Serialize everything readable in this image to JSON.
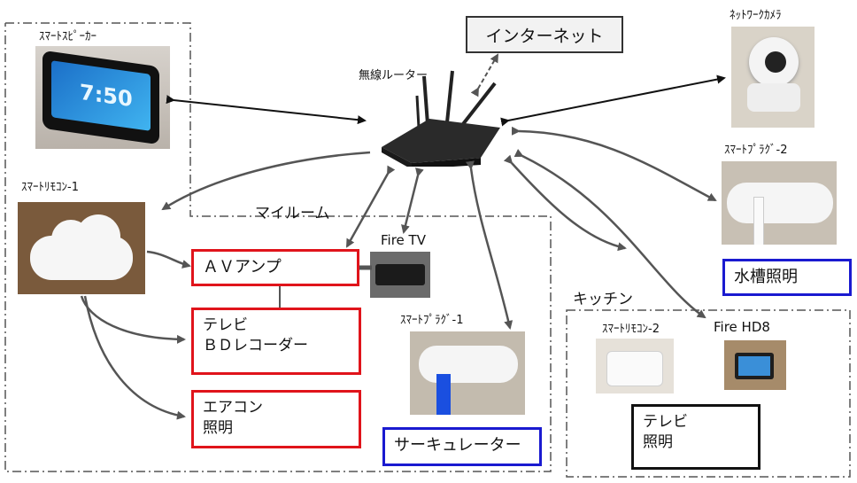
{
  "title": "",
  "areas": {
    "my_room": "マイルーム",
    "kitchen": "キッチン"
  },
  "nodes": {
    "internet": "インターネット",
    "router": "無線ルーター",
    "smart_speaker": "ｽﾏｰﾄｽﾋﾟｰｶｰ",
    "network_camera": "ﾈｯﾄﾜｰｸｶﾒﾗ",
    "smart_remote_1": "ｽﾏｰﾄﾘﾓｺﾝ-1",
    "smart_plug_2": "ｽﾏｰﾄﾌﾟﾗｸﾞ-2",
    "fire_tv": "Fire TV",
    "smart_plug_1": "ｽﾏｰﾄﾌﾟﾗｸﾞ-1",
    "smart_remote_2": "ｽﾏｰﾄﾘﾓｺﾝ-2",
    "fire_hd8": "Fire HD8"
  },
  "appliances": {
    "av_amp": "ＡＶアンプ",
    "tv_bd_line1": "テレビ",
    "tv_bd_line2": "ＢＤレコーダー",
    "aircon_line1": "エアコン",
    "aircon_line2": "照明",
    "circulator": "サーキュレーター",
    "aquarium_light": "水槽照明",
    "kitchen_tv_line1": "テレビ",
    "kitchen_tv_line2": "照明"
  },
  "speaker_clock": "7:50",
  "colors": {
    "ir_control_border": "#e0141b",
    "power_control_border": "#1a1ad0",
    "kitchen_border": "#111111",
    "arrow": "#555555"
  }
}
